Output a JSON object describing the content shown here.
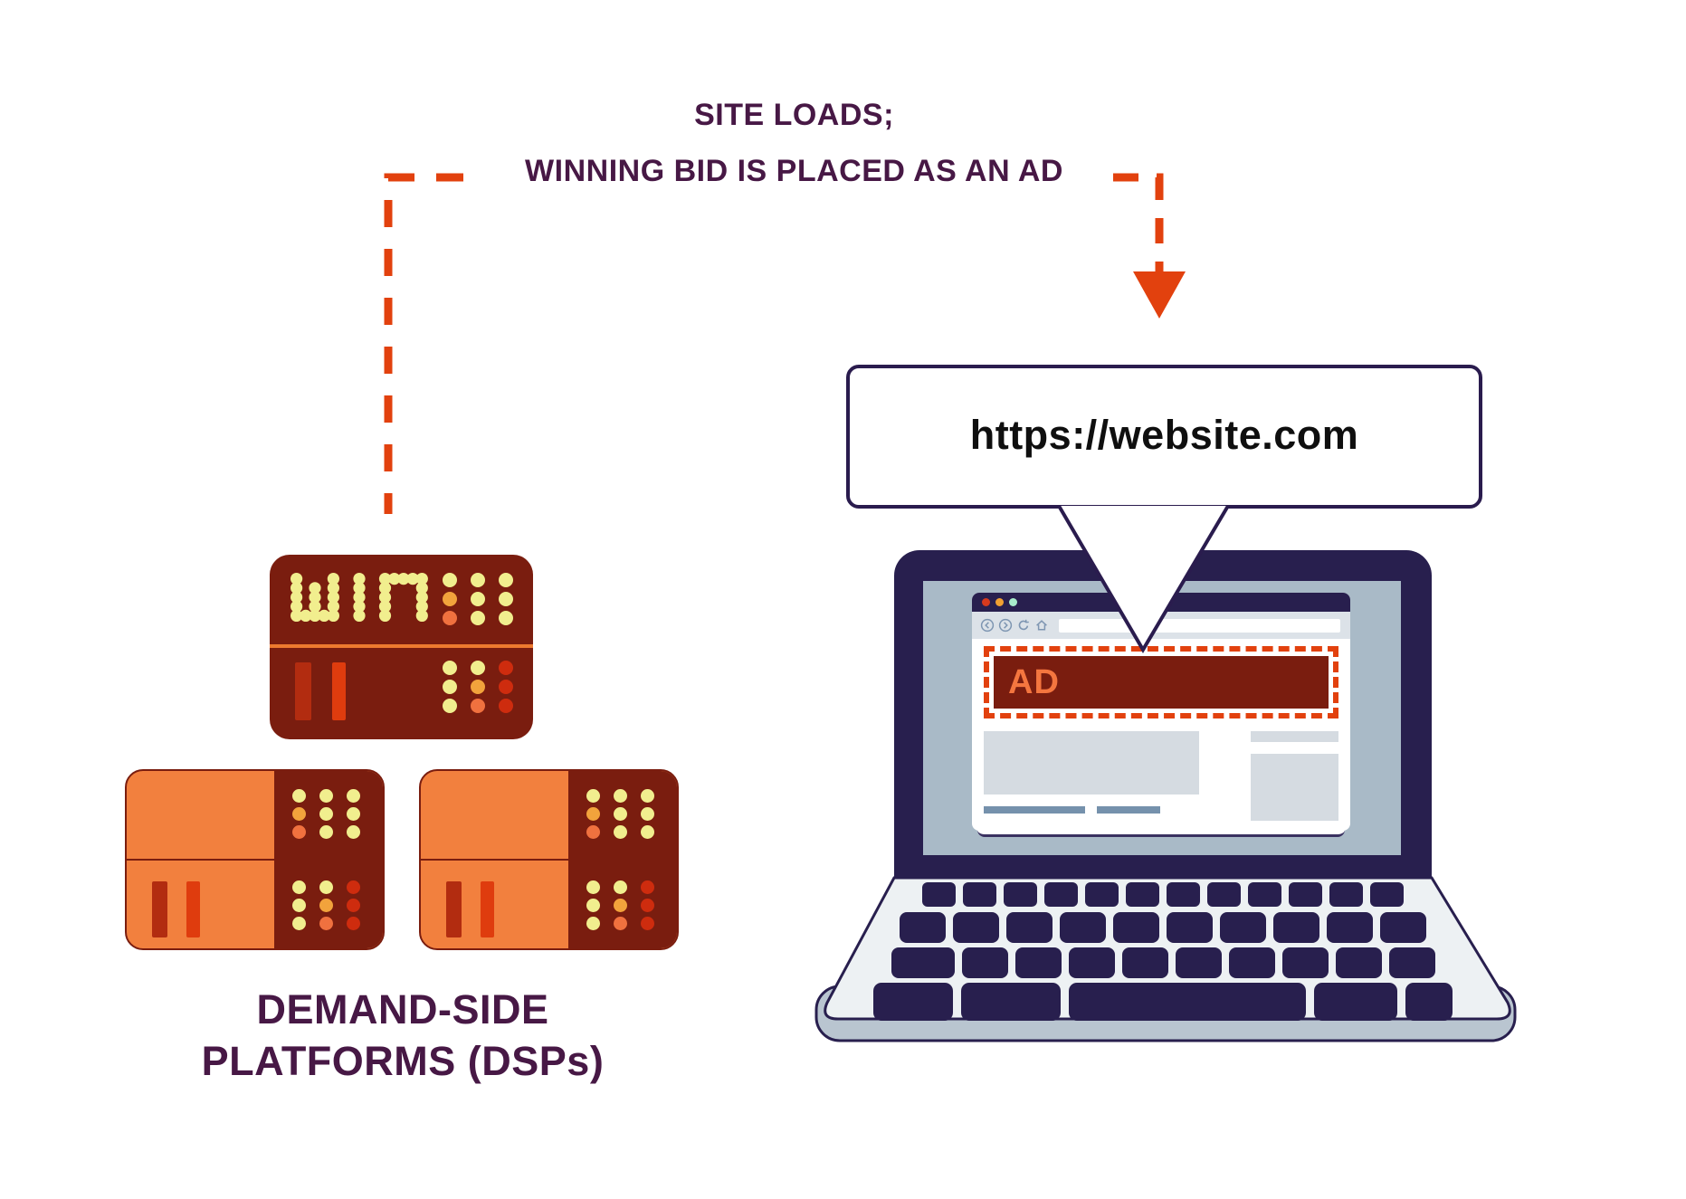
{
  "flow_label": {
    "line1": "SITE LOADS;",
    "line2": "WINNING BID IS PLACED AS AN AD"
  },
  "url_bubble": {
    "url": "https://website.com"
  },
  "laptop": {
    "browser": {
      "window_controls": [
        {
          "name": "close",
          "color": "#d63a1e"
        },
        {
          "name": "minimize",
          "color": "#f0a032"
        },
        {
          "name": "zoom",
          "color": "#a8eccb"
        }
      ],
      "address_bar_value": "",
      "ad_banner_label": "AD"
    }
  },
  "dsp_section": {
    "caption_line1": "DEMAND-SIDE",
    "caption_line2": "PLATFORMS (DSPs)",
    "win_display_text": "WIN",
    "led_text_color": "#f1ee8e",
    "led_colors": {
      "y": "#f1ee8e",
      "o": "#f2a33c",
      "r": "#f0713f",
      "R": "#ce2c0e"
    },
    "grid_top": [
      [
        "y",
        "y",
        "y"
      ],
      [
        "o",
        "y",
        "y"
      ],
      [
        "r",
        "y",
        "y"
      ]
    ],
    "grid_bottom": [
      [
        "y",
        "y",
        "R"
      ],
      [
        "y",
        "o",
        "R"
      ],
      [
        "y",
        "r",
        "R"
      ]
    ]
  },
  "colors": {
    "accent_dash": "#e2410e",
    "title_purple": "#471845",
    "maroon": "#7a1d0f",
    "server_orange": "#f2803e",
    "laptop_navy": "#281f4e",
    "bar_dark_red": "#b22c10",
    "bar_bright_red": "#df3c0e",
    "screen_gray": "#a9bac7",
    "ad_text_orange": "#f4763f",
    "toolbar_gray": "#dce2e8",
    "icon_steel_blue": "#7e96b2",
    "placeholder_gray": "#d5dbe1",
    "link_bar_blue": "#7591ac",
    "deck_white": "#edf1f3",
    "deck_strip": "#b9c5d0"
  }
}
